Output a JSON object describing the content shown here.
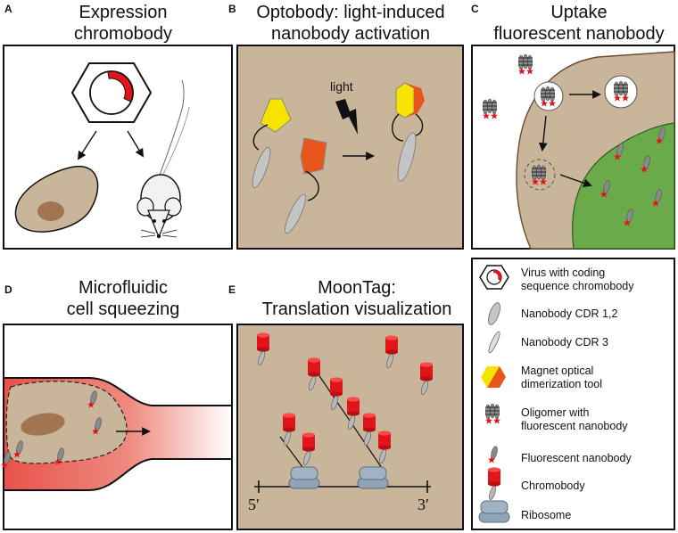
{
  "panels": {
    "A": {
      "letter": "A",
      "title_lines": [
        "Expression",
        "chromobody"
      ]
    },
    "B": {
      "letter": "B",
      "title_lines": [
        "Optobody: light-induced",
        "nanobody activation"
      ],
      "light_label": "light"
    },
    "C": {
      "letter": "C",
      "title_lines": [
        "Uptake",
        "fluorescent nanobody"
      ]
    },
    "D": {
      "letter": "D",
      "title_lines": [
        "Microfluidic",
        "cell squeezing"
      ]
    },
    "E": {
      "letter": "E",
      "title_lines": [
        "MoonTag:",
        "Translation visualization"
      ],
      "five_prime": "5′",
      "three_prime": "3′"
    }
  },
  "legend": [
    {
      "icon": "virus",
      "lines": [
        "Virus with coding",
        "sequence chromobody"
      ]
    },
    {
      "icon": "nanobody-cdr12",
      "lines": [
        "Nanobody CDR 1,2"
      ]
    },
    {
      "icon": "nanobody-cdr3",
      "lines": [
        "Nanobody CDR 3"
      ]
    },
    {
      "icon": "magnet",
      "lines": [
        "Magnet optical",
        "dimerization tool"
      ]
    },
    {
      "icon": "oligomer",
      "lines": [
        "Oligomer with",
        "fluorescent nanobody"
      ]
    },
    {
      "icon": "fluorescent-nanobody",
      "lines": [
        "Fluorescent nanobody"
      ]
    },
    {
      "icon": "chromobody",
      "lines": [
        "Chromobody"
      ]
    },
    {
      "icon": "ribosome",
      "lines": [
        "Ribosome"
      ]
    }
  ],
  "colors": {
    "cell_tan": "#c9b69a",
    "nucleus_brown": "#a0754f",
    "nucleus_green": "#6aaa4a",
    "chromobody_red": "#e0151c",
    "magnet_yellow": "#f7e300",
    "magnet_orange": "#e8561e",
    "nanobody_gray": "#b8b8b8",
    "ribosome_blue": "#8fa4b6",
    "channel_red": "#e8524a"
  }
}
